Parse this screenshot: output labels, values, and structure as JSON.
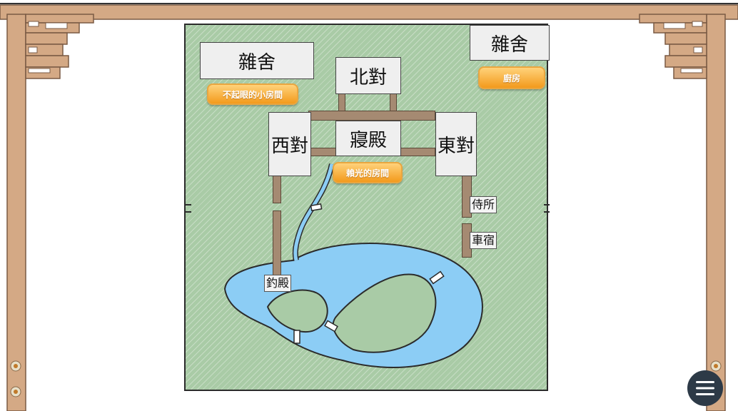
{
  "buildings": {
    "zasha_left": "雜舍",
    "zasha_right": "雜舍",
    "kita_tai": "北對",
    "nishi_tai": "西對",
    "shinden": "寢殿",
    "higashi_tai": "東對",
    "samurai_dokoro": "侍所",
    "kuruma_yado": "車宿",
    "tsuri_dono": "釣殿"
  },
  "tags": {
    "small_room": "不起眼的小房間",
    "kitchen": "廚房",
    "mitsuhiro_room": "賴光的房間"
  },
  "colors": {
    "ground": "#a9cba6",
    "pond": "#8ccdf5",
    "frame_wood": "#d4a985",
    "tag_orange": "#f39a1c",
    "menu_button": "#2d3a47"
  },
  "icons": {
    "menu": "hamburger-menu-icon",
    "rivets": "rivet-icon"
  }
}
